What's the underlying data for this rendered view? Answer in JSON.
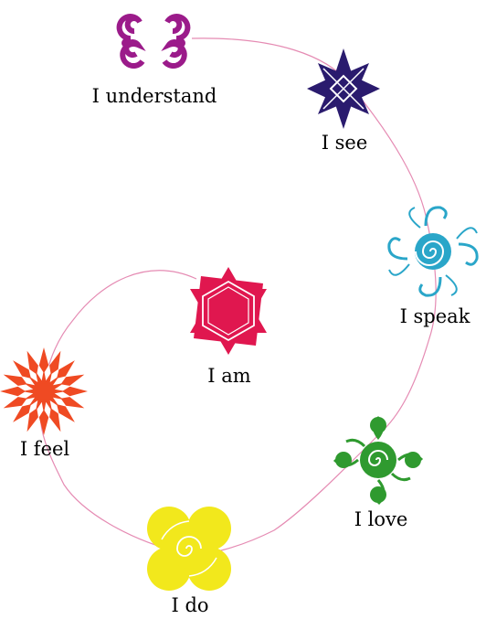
{
  "diagram": {
    "connector_color": "#e58bb3",
    "nodes": [
      {
        "id": "understand",
        "label": "I understand",
        "color": "#9b1b8a",
        "icon": "triple-spiral-icon"
      },
      {
        "id": "see",
        "label": "I see",
        "color": "#2a1b6e",
        "icon": "interlaced-star-icon"
      },
      {
        "id": "speak",
        "label": "I speak",
        "color": "#2aa6c9",
        "icon": "spiral-flower-icon"
      },
      {
        "id": "love",
        "label": "I love",
        "color": "#2f9a2f",
        "icon": "swirl-clover-icon"
      },
      {
        "id": "do",
        "label": "I do",
        "color": "#f2e81c",
        "icon": "four-petal-flower-icon"
      },
      {
        "id": "feel",
        "label": "I feel",
        "color": "#ef4a23",
        "icon": "sunburst-icon"
      },
      {
        "id": "am",
        "label": "I am",
        "color": "#e0174f",
        "icon": "hexagram-icon"
      }
    ]
  }
}
